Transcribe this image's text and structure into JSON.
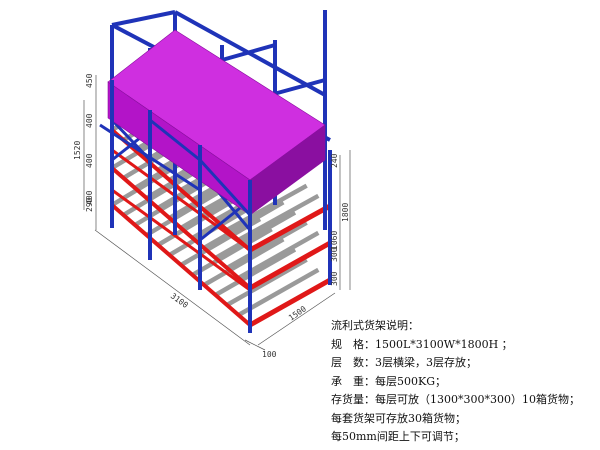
{
  "colors": {
    "upright": "#1f33b8",
    "beam": "#e01818",
    "roller": "#9a9a9a",
    "cargo": "#b314c8",
    "cargo_top": "#cf2fe0",
    "cargo_dark": "#8a0fa0",
    "dim_line": "#555555"
  },
  "dimensions": {
    "left_vertical": [
      "450",
      "400",
      "400",
      "1520",
      "400",
      "290"
    ],
    "right_vertical": [
      "240",
      "1800",
      "1060",
      "300",
      "300"
    ],
    "length": "3100",
    "width": "1500",
    "bottom": "100"
  },
  "notes": {
    "title": "流利式货架说明：",
    "spec": "规　格：1500L*3100W*1800H ；",
    "levels": "层　数：3层横梁，3层存放；",
    "load": "承　重：每层500KG；",
    "storage": "存货量：每层可放（1300*300*300）10箱货物；",
    "per_set": "每套货架可存放30箱货物；",
    "adjust": "每50mm间距上下可调节；"
  }
}
